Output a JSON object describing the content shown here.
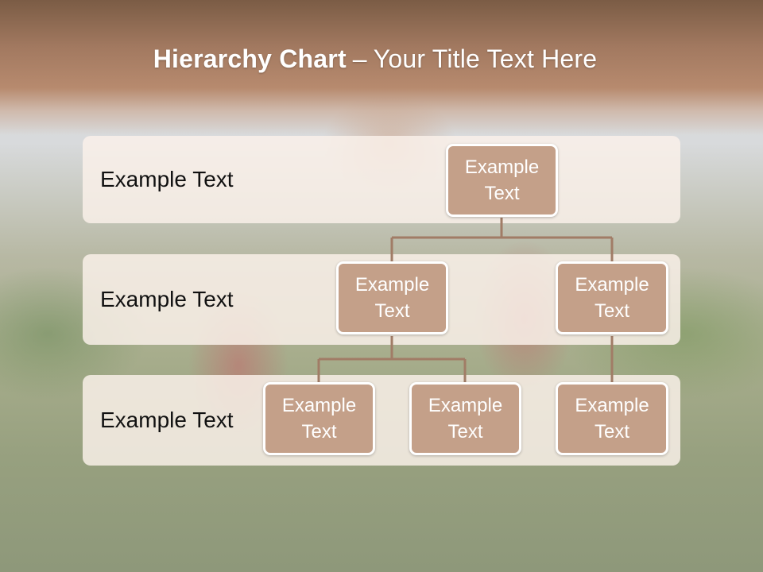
{
  "slide": {
    "title_bold": "Hierarchy Chart",
    "title_dash": "–",
    "title_rest": "Your Title Text Here"
  },
  "rows": [
    {
      "label": "Example Text"
    },
    {
      "label": "Example Text"
    },
    {
      "label": "Example Text"
    }
  ],
  "nodes": {
    "root": {
      "line1": "Example",
      "line2": "Text"
    },
    "level2_left": {
      "line1": "Example",
      "line2": "Text"
    },
    "level2_right": {
      "line1": "Example",
      "line2": "Text"
    },
    "level3_a": {
      "line1": "Example",
      "line2": "Text"
    },
    "level3_b": {
      "line1": "Example",
      "line2": "Text"
    },
    "level3_c": {
      "line1": "Example",
      "line2": "Text"
    }
  },
  "colors": {
    "header": "#a27960",
    "node_fill": "#c4a089",
    "node_border": "#ffffff",
    "connector": "#a17c66",
    "row_band": "#faf1ea"
  }
}
